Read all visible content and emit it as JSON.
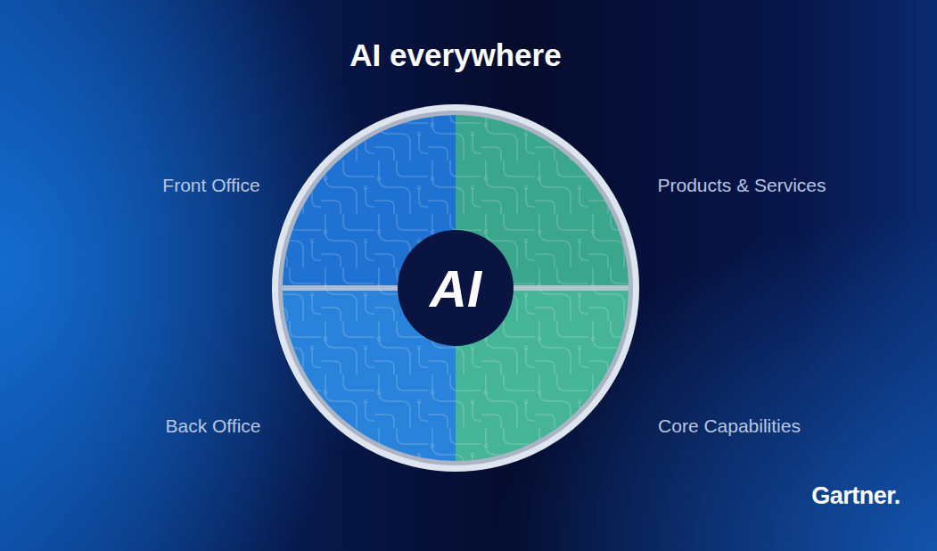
{
  "diagram": {
    "title": "AI everywhere",
    "nodes": [
      {
        "text": [
          "AI"
        ]
      }
    ],
    "labels": [
      "Front Office",
      "Products & Services",
      "Back Office",
      "Core Capabilities",
      "Gartner."
    ]
  }
}
